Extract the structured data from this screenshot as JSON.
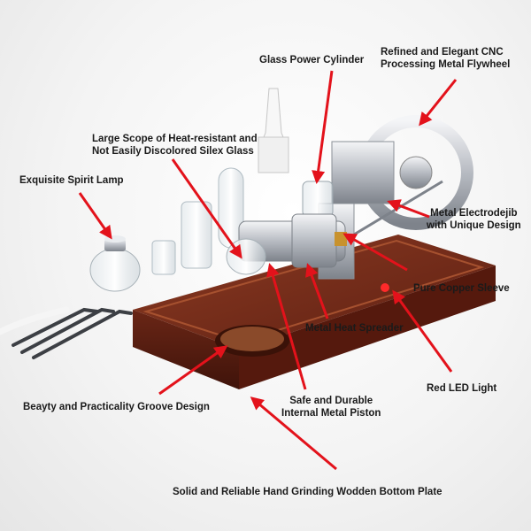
{
  "labels": {
    "glass_power_cylinder": "Glass Power Cylinder",
    "flywheel_line1": "Refined and Elegant CNC",
    "flywheel_line2": "Processing Metal Flywheel",
    "silex_line1": "Large Scope of Heat-resistant and",
    "silex_line2": "Not Easily Discolored Silex Glass",
    "spirit_lamp": "Exquisite Spirit Lamp",
    "electrode_line1": "Metal Electrodejib",
    "electrode_line2": "with Unique Design",
    "copper_sleeve": "Pure Copper Sleeve",
    "heat_spreader": "Metal Heat Spreader",
    "red_led": "Red LED Light",
    "groove": "Beayty and Practicality Groove Design",
    "piston_line1": "Safe and Durable",
    "piston_line2": "Internal Metal Piston",
    "bottom_plate": "Solid and Reliable Hand Grinding Wodden Bottom Plate"
  },
  "colors": {
    "arrow": "#e3121b",
    "wood": "#7a2e1c",
    "metal": "#c9ccd1"
  }
}
